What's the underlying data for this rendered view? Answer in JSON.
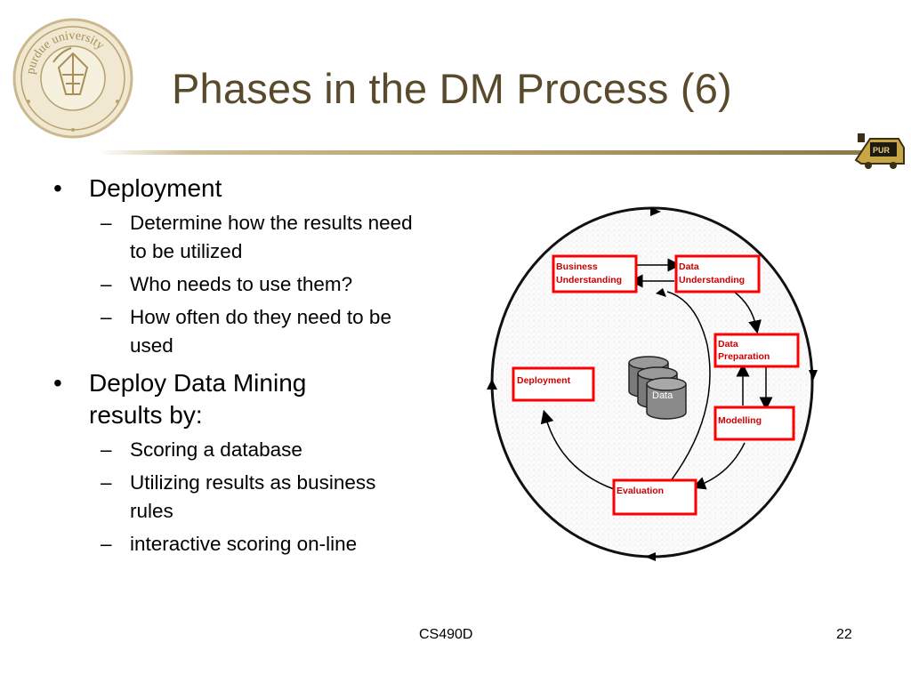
{
  "slide": {
    "title": "Phases in the DM Process (6)",
    "footer_center": "CS490D",
    "footer_right": "22",
    "logo_icon": "purdue-university-seal-icon",
    "corner_icon": "purdue-train-logo-icon",
    "title_color": "#5a4a2c",
    "rule_color": "#b59c68"
  },
  "bullets": [
    {
      "text": "Deployment",
      "subs": [
        "Determine how the results need to be utilized",
        "Who needs to use them?",
        "How often do they need to be used"
      ]
    },
    {
      "text": "Deploy Data Mining results by:",
      "subs": [
        "Scoring a database",
        "Utilizing results as business rules",
        "interactive scoring on-line"
      ]
    }
  ],
  "diagram": {
    "box_color": "#ff0000",
    "phases": {
      "business_understanding": [
        "Business",
        "Understanding"
      ],
      "data_understanding": [
        "Data",
        "Understanding"
      ],
      "data_preparation": [
        "Data",
        "Preparation"
      ],
      "modelling": "Modelling",
      "evaluation": "Evaluation",
      "deployment": "Deployment"
    },
    "data_label": "Data"
  }
}
